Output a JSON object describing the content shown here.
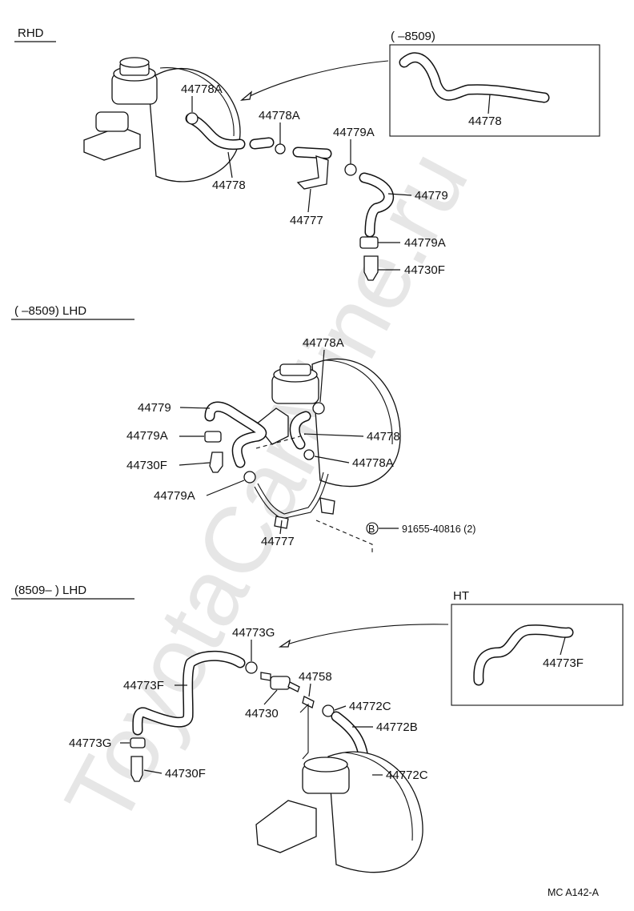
{
  "watermark": "ToyotaCarMine.ru",
  "sections": {
    "rhd": {
      "title": "RHD",
      "inset_range": "(      –8509)",
      "labels": {
        "c1": "44778A",
        "c2": "44778A",
        "hose1": "44778",
        "inset_hose": "44778",
        "clamp3": "44779A",
        "hose2": "44779",
        "bracket": "44777",
        "clamp4": "44779A",
        "valve": "44730F"
      }
    },
    "lhd1": {
      "title": "(      –8509) LHD",
      "labels": {
        "c1": "44778A",
        "hose_a": "44779",
        "clamp_a": "44779A",
        "valve": "44730F",
        "clamp_b": "44779A",
        "bracket": "44777",
        "hose_b": "44778",
        "clamp_c": "44778A",
        "bolt": "91655-40816 (2)",
        "bolt_mark": "B"
      }
    },
    "lhd2": {
      "title": "(8509–      ) LHD",
      "inset_title": "HT",
      "labels": {
        "clamp_g1": "44773G",
        "hose_f": "44773F",
        "valve": "44730",
        "union": "44758",
        "clamp_c1": "44772C",
        "hose_b": "44772B",
        "clamp_g2": "44773G",
        "valve_f": "44730F",
        "clamp_c2": "44772C",
        "inset_hose": "44773F"
      }
    }
  },
  "footer": {
    "code": "MC  A142-A"
  }
}
